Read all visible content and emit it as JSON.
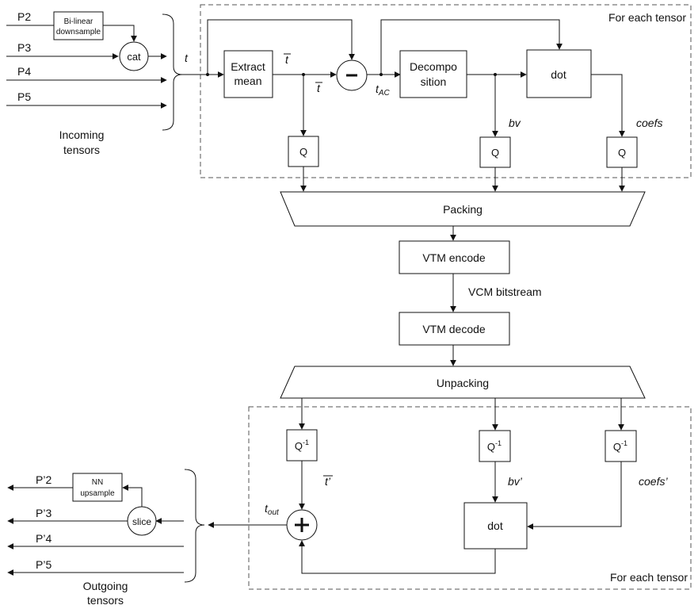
{
  "encoder": {
    "inputs": [
      "P2",
      "P3",
      "P4",
      "P5"
    ],
    "downsample_label_1": "Bi-linear",
    "downsample_label_2": "downsample",
    "cat_label": "cat",
    "incoming_label_1": "Incoming",
    "incoming_label_2": "tensors",
    "t_label": "t",
    "extract_mean_1": "Extract",
    "extract_mean_2": "mean",
    "tbar_1": "t",
    "tbar_2": "t",
    "tac_main": "t",
    "tac_sub": "AC",
    "decomposition_1": "Decompo",
    "decomposition_2": "sition",
    "dot_label": "dot",
    "bv_label": "bv",
    "coefs_label": "coefs",
    "q_label": "Q",
    "for_each_label": "For each tensor"
  },
  "pipeline": {
    "packing": "Packing",
    "vtm_encode": "VTM encode",
    "bitstream": "VCM bitstream",
    "vtm_decode": "VTM decode",
    "unpacking": "Unpacking"
  },
  "decoder": {
    "qinv_main": "Q",
    "qinv_sup": "-1",
    "tbar_prime": "t’",
    "bv_prime": "bv’",
    "coefs_prime": "coefs’",
    "dot_label": "dot",
    "tout_main": "t",
    "tout_sub": "out",
    "nn_1": "NN",
    "nn_2": "upsample",
    "slice_label": "slice",
    "outputs": [
      "P’2",
      "P’3",
      "P’4",
      "P’5"
    ],
    "outgoing_1": "Outgoing",
    "outgoing_2": "tensors",
    "for_each_label": "For each tensor"
  }
}
